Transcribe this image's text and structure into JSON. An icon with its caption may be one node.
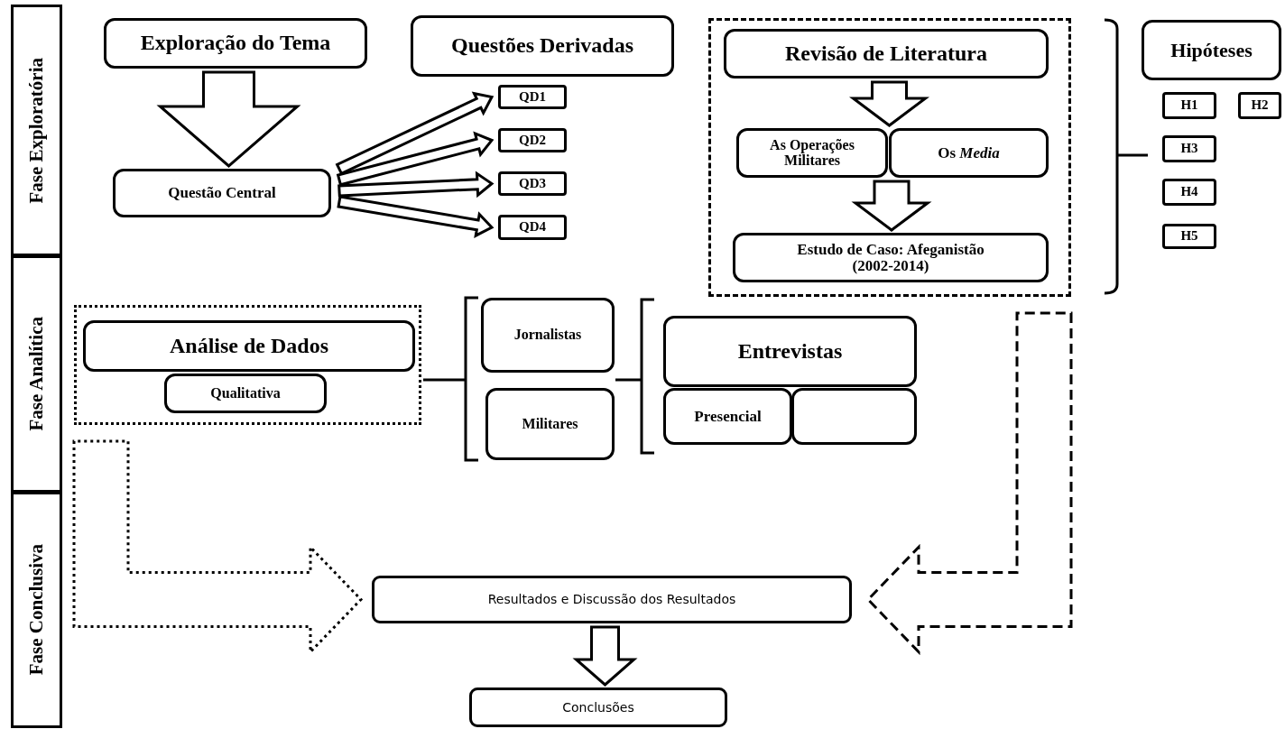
{
  "diagram": {
    "nodes": [
      {
        "text": [
          "Fase Exploratória"
        ]
      },
      {
        "text": [
          "Fase Analítica"
        ]
      },
      {
        "text": [
          "Fase Conclusiva"
        ]
      },
      {
        "text": [
          "Exploração do Tema"
        ]
      },
      {
        "text": [
          "Questões Derivadas"
        ]
      },
      {
        "text": [
          "Questão Central"
        ]
      },
      {
        "text": [
          "QD1"
        ]
      },
      {
        "text": [
          "QD2"
        ]
      },
      {
        "text": [
          "QD3"
        ]
      },
      {
        "text": [
          "QD4"
        ]
      },
      {
        "text": [],
        "shape": "box"
      },
      {
        "text": [
          "Revisão de Literatura"
        ],
        "in": 10
      },
      {
        "text": [
          "As Operações Militares"
        ],
        "in": 10
      },
      {
        "text": [
          "Os *Media*"
        ],
        "in": 10
      },
      {
        "text": [
          "Estudo de Caso: Afeganistão (2002-2014)"
        ],
        "in": 10
      },
      {
        "text": [
          "Hipóteses"
        ]
      },
      {
        "text": [
          "H1"
        ]
      },
      {
        "text": [
          "H2"
        ]
      },
      {
        "text": [
          "H3"
        ]
      },
      {
        "text": [
          "H4"
        ]
      },
      {
        "text": [
          "H5"
        ]
      },
      {
        "text": [],
        "shape": "box"
      },
      {
        "text": [
          "Análise de Dados"
        ],
        "in": 21
      },
      {
        "text": [
          "Qualitativa"
        ],
        "in": 21
      },
      {
        "text": [
          "Jornalistas"
        ]
      },
      {
        "text": [
          "Militares"
        ]
      },
      {
        "text": [
          "Entrevistas"
        ]
      },
      {
        "text": [
          "Presencial"
        ]
      },
      {
        "text": [],
        "shape": "box"
      },
      {
        "text": [
          "Resultados e Discussão dos Resultados"
        ]
      },
      {
        "text": [
          "Conclusões"
        ]
      }
    ],
    "edges": [
      {
        "from": 3,
        "to": 5,
        "arrow": "to"
      },
      {
        "from": 5,
        "to": 6,
        "arrow": "to"
      },
      {
        "from": 5,
        "to": 7,
        "arrow": "to"
      },
      {
        "from": 5,
        "to": 8,
        "arrow": "to"
      },
      {
        "from": 5,
        "to": 9,
        "arrow": "to"
      },
      {
        "from": 11,
        "to": 12,
        "arrow": "to"
      },
      {
        "from": 11,
        "to": 13,
        "arrow": "to"
      },
      {
        "from": 12,
        "to": 14,
        "arrow": "to"
      },
      {
        "from": 13,
        "to": 14,
        "arrow": "to"
      },
      {
        "from": 21,
        "to": 29,
        "arrow": "to",
        "style": "dashed"
      },
      {
        "from": 10,
        "to": 29,
        "arrow": "to",
        "style": "dashed"
      },
      {
        "from": 29,
        "to": 30,
        "arrow": "to"
      }
    ]
  }
}
